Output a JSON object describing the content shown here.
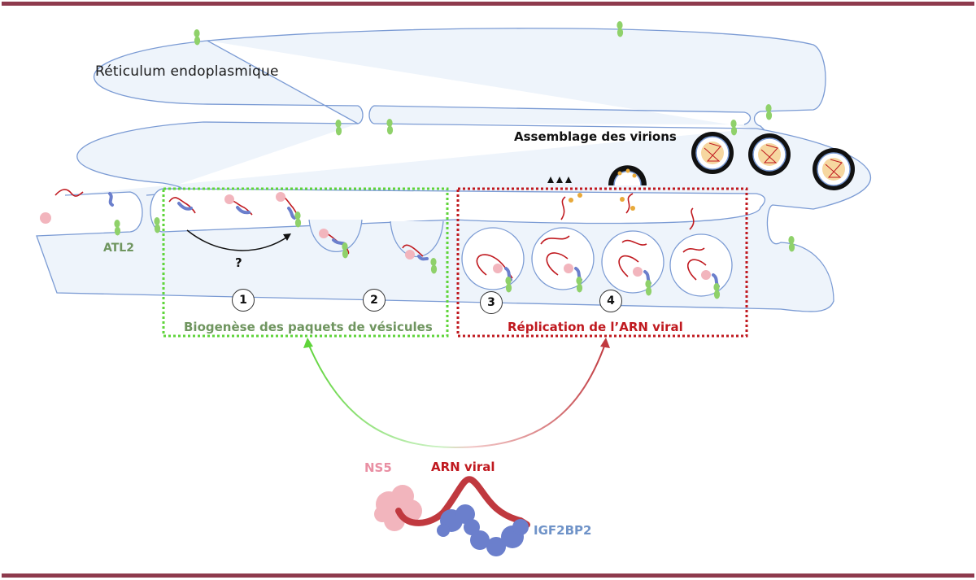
{
  "figure": {
    "labels": {
      "er": "Réticulum endoplasmique",
      "assembly": "Assemblage des virions",
      "atl2": "ATL2",
      "unknown_step": "?",
      "biogenesis": "Biogenèse des paquets de vésicules",
      "replication": "Réplication de l’ARN viral",
      "ns5": "NS5",
      "viral_rna": "ARN viral",
      "igf2bp2": "IGF2BP2"
    },
    "steps": [
      {
        "number": "1"
      },
      {
        "number": "2"
      },
      {
        "number": "3"
      },
      {
        "number": "4"
      }
    ],
    "colors": {
      "border_rule": "#8e3a4d",
      "er_fill": "#eef4fb",
      "er_stroke": "#7b9bd4",
      "biogenesis_box": "#5fd43a",
      "replication_box": "#c0191f",
      "rna": "#c0191f",
      "ns5": "#f2b5bd",
      "igf2bp2": "#6b7fcc",
      "atl2": "#8fd16a",
      "capsid": "#e8a93a",
      "spike": "#111111"
    }
  }
}
